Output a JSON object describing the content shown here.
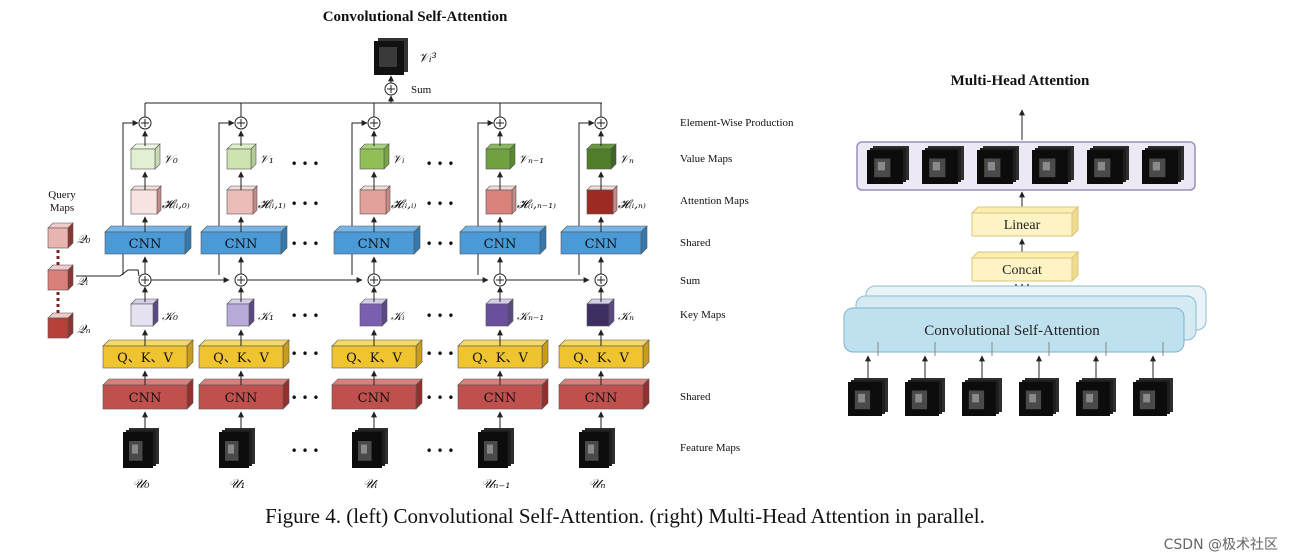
{
  "left": {
    "title": "Convolutional Self-Attention",
    "sum_label": "Sum",
    "top_var": "𝒱ᵢ³",
    "query_maps_label": [
      "Query",
      "Maps"
    ],
    "cnn_label": "CNN",
    "qkv_label": "Q、K、V",
    "dots": "• • •",
    "row_labels": {
      "elementwise": "Element-Wise Production",
      "value": "Value Maps",
      "attention": "Attention Maps",
      "shared_top": "Shared",
      "sum": "Sum",
      "key": "Key Maps",
      "shared_bottom": "Shared",
      "feature": "Feature Maps"
    },
    "columns": [
      {
        "v": "𝒱₀",
        "h": "𝓗₍ᵢ,₀₎",
        "k": "𝒦₀",
        "u": "𝒰₀"
      },
      {
        "v": "𝒱₁",
        "h": "𝓗₍ᵢ,₁₎",
        "k": "𝒦₁",
        "u": "𝒰₁"
      },
      {
        "v": "𝒱ᵢ",
        "h": "𝓗₍ᵢ,ᵢ₎",
        "k": "𝒦ᵢ",
        "u": "𝒰ᵢ"
      },
      {
        "v": "𝒱ₙ₋₁",
        "h": "𝓗₍ᵢ,ₙ₋₁₎",
        "k": "𝒦ₙ₋₁",
        "u": "𝒰ₙ₋₁"
      },
      {
        "v": "𝒱ₙ",
        "h": "𝓗₍ᵢ,ₙ₎",
        "k": "𝒦ₙ",
        "u": "𝒰ₙ"
      }
    ],
    "queries": [
      "𝒬₀",
      "𝒬ᵢ",
      "𝒬ₙ"
    ]
  },
  "right": {
    "title": "Multi-Head Attention",
    "linear_label": "Linear",
    "concat_label": "Concat",
    "csa_label": "Convolutional Self-Attention"
  },
  "caption": "Figure 4. (left) Convolutional Self-Attention. (right) Multi-Head Attention in parallel.",
  "watermark": "CSDN @极术社区",
  "colors": {
    "cnn_blue": "#4a9ad8",
    "cnn_red": "#c0504d",
    "qkv_yellow": "#f0c430",
    "linear_fill": "#fdf3c4",
    "csa_fill": "#bfe0ee"
  }
}
